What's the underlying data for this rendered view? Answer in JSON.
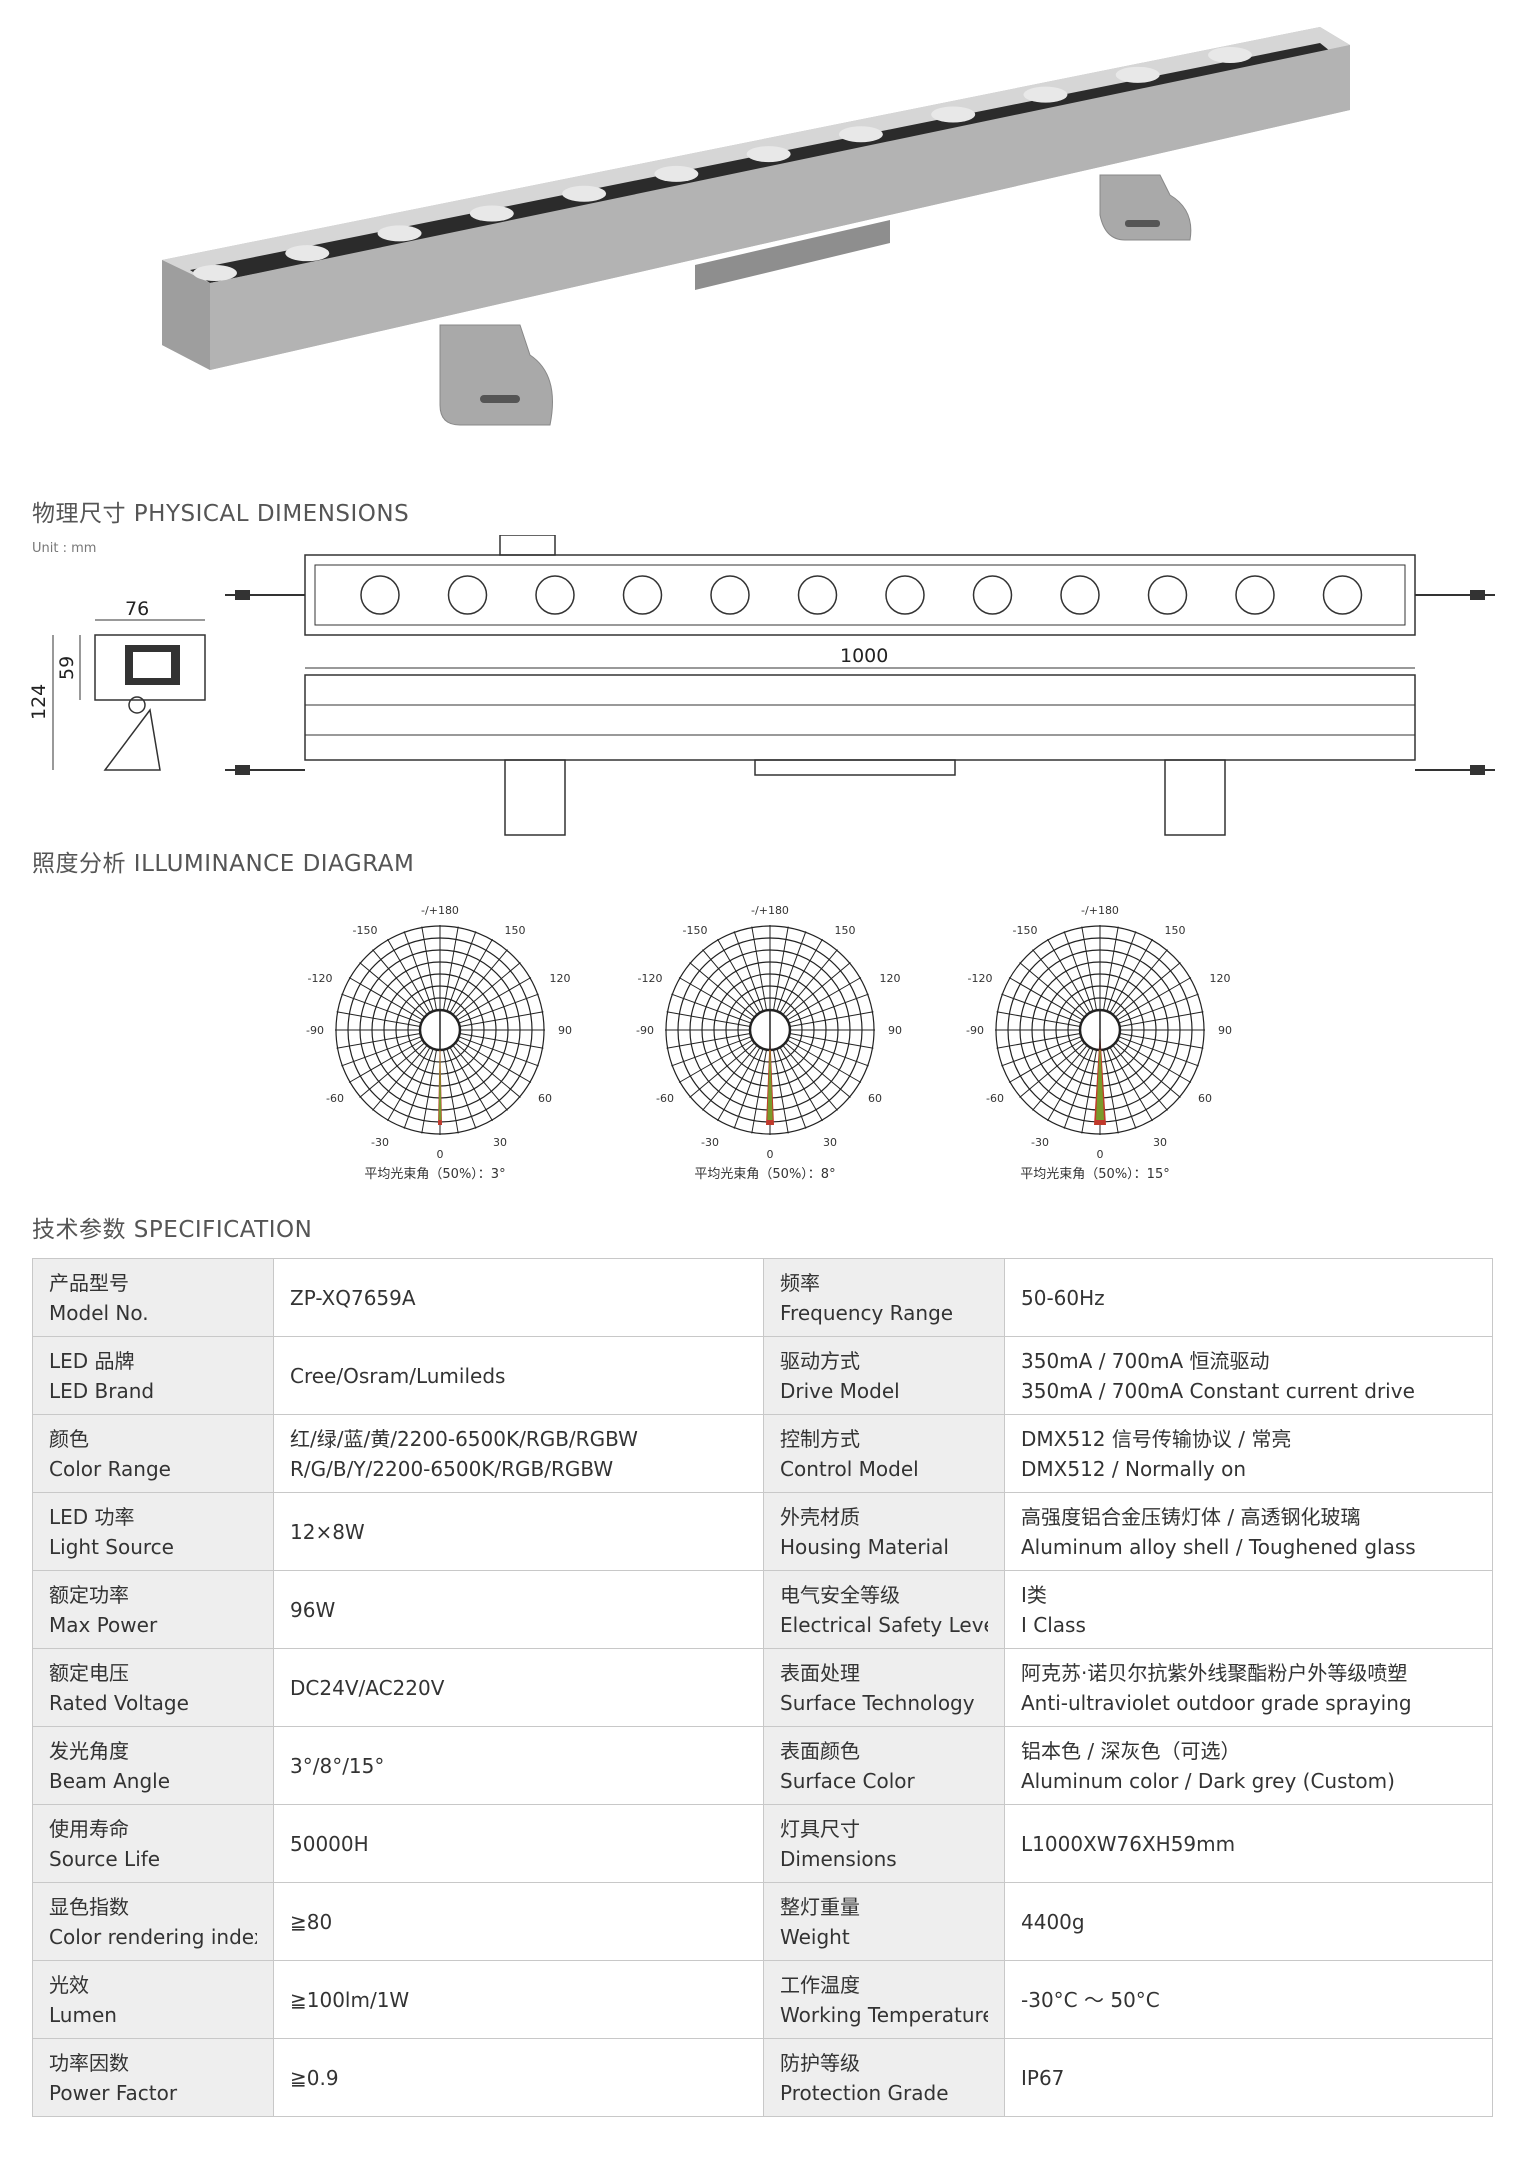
{
  "sections": {
    "physical": "物理尺寸 PHYSICAL DIMENSIONS",
    "unit": "Unit : mm",
    "illuminance": "照度分析 ILLUMINANCE DIAGRAM",
    "specification": "技术参数 SPECIFICATION"
  },
  "dimensions": {
    "width": "76",
    "height_inner": "59",
    "height_total": "124",
    "length": "1000"
  },
  "polar": {
    "labels": [
      "-/+180",
      "-150",
      "150",
      "-120",
      "120",
      "-90",
      "90",
      "-60",
      "60",
      "-30",
      "30",
      "0"
    ],
    "captions": [
      "平均光束角（50%）：3°",
      "平均光束角（50%）：8°",
      "平均光束角（50%）：15°"
    ]
  },
  "colors": {
    "housing": "#b9b9b9",
    "lens_strip": "#2b2b2b",
    "beam_red": "#c0392b",
    "beam_green": "#7a9a2a",
    "beam_orange": "#e0a020"
  },
  "spec_rows": [
    {
      "l1": "产品型号",
      "l2": "Model No.",
      "v1": "ZP-XQ7659A",
      "v2": "",
      "r1": "频率",
      "r2": "Frequency Range",
      "w1": "50-60Hz",
      "w2": ""
    },
    {
      "l1": "LED 品牌",
      "l2": "LED Brand",
      "v1": "Cree/Osram/Lumileds",
      "v2": "",
      "r1": "驱动方式",
      "r2": "Drive Model",
      "w1": "350mA / 700mA 恒流驱动",
      "w2": "350mA / 700mA Constant current drive"
    },
    {
      "l1": "颜色",
      "l2": "Color Range",
      "v1": "红/绿/蓝/黄/2200-6500K/RGB/RGBW",
      "v2": "R/G/B/Y/2200-6500K/RGB/RGBW",
      "r1": "控制方式",
      "r2": "Control Model",
      "w1": "DMX512 信号传输协议 / 常亮",
      "w2": "DMX512 / Normally on"
    },
    {
      "l1": "LED 功率",
      "l2": "Light Source",
      "v1": "12×8W",
      "v2": "",
      "r1": "外壳材质",
      "r2": "Housing Material",
      "w1": "高强度铝合金压铸灯体 / 高透钢化玻璃",
      "w2": "Aluminum alloy shell / Toughened glass"
    },
    {
      "l1": "额定功率",
      "l2": "Max Power",
      "v1": "96W",
      "v2": "",
      "r1": "电气安全等级",
      "r2": "Electrical Safety Level",
      "w1": "Ⅰ类",
      "w2": "Ⅰ Class"
    },
    {
      "l1": "额定电压",
      "l2": "Rated Voltage",
      "v1": "DC24V/AC220V",
      "v2": "",
      "r1": "表面处理",
      "r2": "Surface Technology",
      "w1": "阿克苏·诺贝尔抗紫外线聚酯粉户外等级喷塑",
      "w2": "Anti-ultraviolet outdoor grade spraying"
    },
    {
      "l1": "发光角度",
      "l2": "Beam Angle",
      "v1": "3°/8°/15°",
      "v2": "",
      "r1": "表面颜色",
      "r2": "Surface Color",
      "w1": "铝本色 / 深灰色（可选）",
      "w2": "Aluminum color / Dark grey (Custom)"
    },
    {
      "l1": "使用寿命",
      "l2": "Source Life",
      "v1": "50000H",
      "v2": "",
      "r1": "灯具尺寸",
      "r2": "Dimensions",
      "w1": "L1000XW76XH59mm",
      "w2": ""
    },
    {
      "l1": "显色指数",
      "l2": "Color rendering index",
      "v1": "≧80",
      "v2": "",
      "r1": "整灯重量",
      "r2": "Weight",
      "w1": "4400g",
      "w2": ""
    },
    {
      "l1": "光效",
      "l2": "Lumen",
      "v1": "≧100lm/1W",
      "v2": "",
      "r1": "工作温度",
      "r2": "Working Temperature",
      "w1": "-30°C ～ 50°C",
      "w2": ""
    },
    {
      "l1": "功率因数",
      "l2": "Power Factor",
      "v1": "≧0.9",
      "v2": "",
      "r1": "防护等级",
      "r2": "Protection Grade",
      "w1": "IP67",
      "w2": ""
    }
  ]
}
